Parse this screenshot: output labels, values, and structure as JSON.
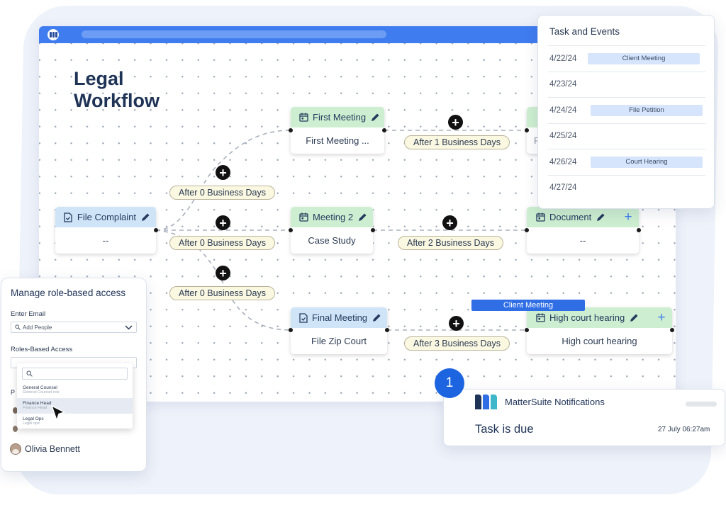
{
  "window": {
    "title": "Legal\nWorkflow"
  },
  "workflow": {
    "nodes": {
      "file_complaint": {
        "title": "File Complaint",
        "body": "--"
      },
      "first_meeting": {
        "title": "First Meeting",
        "body": "First Meeting ..."
      },
      "meeting_2": {
        "title": "Meeting 2",
        "body": "Case Study"
      },
      "final_meeting": {
        "title": "Final Meeting",
        "body": "File Zip Court"
      },
      "document": {
        "title": "Document",
        "body": "--"
      },
      "high_court": {
        "title": "High court hearing",
        "body": "High court hearing"
      },
      "partial_top": {
        "body": "F"
      }
    },
    "delays": {
      "d0a": "After 0 Business Days",
      "d0b": "After 0 Business Days",
      "d0c": "After 0 Business Days",
      "d1": "After 1 Business Days",
      "d2": "After 2 Business Days",
      "d3": "After 3 Business Days"
    },
    "add_symbol": "+",
    "floating_tag": "Client Meeting"
  },
  "task_events": {
    "title": "Task and Events",
    "rows": [
      {
        "date": "4/22/24",
        "event": "Client Meeting"
      },
      {
        "date": "4/23/24",
        "event": ""
      },
      {
        "date": "4/24/24",
        "event": "File Petition"
      },
      {
        "date": "4/25/24",
        "event": ""
      },
      {
        "date": "4/26/24",
        "event": "Court Hearing"
      },
      {
        "date": "4/27/24",
        "event": ""
      }
    ]
  },
  "access": {
    "title": "Manage role-based access",
    "email_label": "Enter Email",
    "email_placeholder": "Add People",
    "roles_label": "Roles-Based Access",
    "roles": [
      {
        "name": "General Counsel",
        "sub": "General Counsel role"
      },
      {
        "name": "Finance Head",
        "sub": "Finance Head"
      },
      {
        "name": "Legal Ops",
        "sub": "Legal ops"
      }
    ],
    "partial_letter": "P",
    "user_name": "Olivia Bennett"
  },
  "notification": {
    "badge": "1",
    "app_name": "MatterSuite Notifications",
    "message": "Task is due",
    "time": "27 July 06:27am"
  },
  "colors": {
    "titlebar": "#3f7cf0",
    "node_blue": "#cfe4f7",
    "node_green": "#cdeed0",
    "pill_bg": "#fbf8e2",
    "chip_bg": "#d6e5fb",
    "notif_badge": "#1c64e0"
  }
}
